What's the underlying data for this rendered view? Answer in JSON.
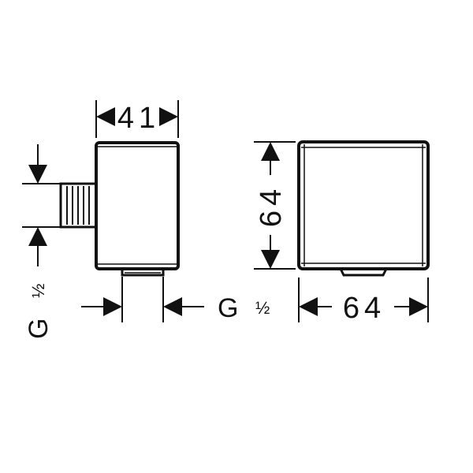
{
  "dimensions": {
    "side_width": "41",
    "front_height": "64",
    "front_width": "64",
    "thread_outlet": "G ½",
    "thread_inlet": "G ½"
  },
  "thread_outlet": {
    "letter": "G",
    "fraction": "½"
  },
  "thread_inlet": {
    "letter": "G",
    "fraction": "½"
  },
  "colors": {
    "line": "#111111",
    "background": "#ffffff"
  }
}
